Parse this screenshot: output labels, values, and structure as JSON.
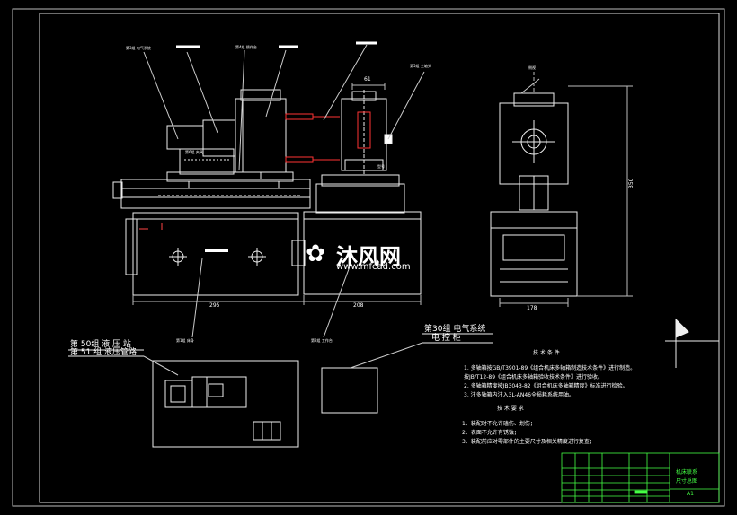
{
  "callouts": {
    "c1": "第3组 电气系统",
    "c2": "第4组 操作台",
    "c3": "第5组 主轴头",
    "c4": "第6组 夹具",
    "side_top": "侧视",
    "base": "第1组 床身",
    "base2": "第2组 工作台"
  },
  "dims": {
    "d61": "61",
    "d295": "295",
    "d208": "208",
    "d178": "178",
    "d350": "350"
  },
  "panel": {
    "label_text": "型号"
  },
  "hydraulic": {
    "title1": "第 50组   液 压 站",
    "title2": "第 51 组   液压管路"
  },
  "electrical": {
    "title1": "第30组   电气系统",
    "title2": "电    控    柜"
  },
  "tech_conditions": {
    "title": "技 术 条 件",
    "lines": [
      "1. 多轴箱按GB/T3901-89《组合机床多轴箱制造技术条件》进行制造。",
      "   按JB/T12-89《组合机床多轴箱验收技术条件》进行验收。",
      "2. 多轴箱精度按JB3043-82《组合机床多轴箱精度》标准进行检验。",
      "3. 注多轴箱内注入3L-AN46全损耗系统用油。"
    ]
  },
  "tech_requirements": {
    "title": "技 术 要 求",
    "lines": [
      "1、装配时不允许磕伤、划伤；",
      "2、表面不允许有锈蚀；",
      "3、装配前应对零部件的主要尺寸及相关精度进行复查；"
    ]
  },
  "title_block": {
    "name1": "机床联系",
    "name2": "尺寸总图",
    "sheet": "A1"
  },
  "watermark": {
    "cn": "沐风网",
    "url": "www.mfcad.com"
  }
}
